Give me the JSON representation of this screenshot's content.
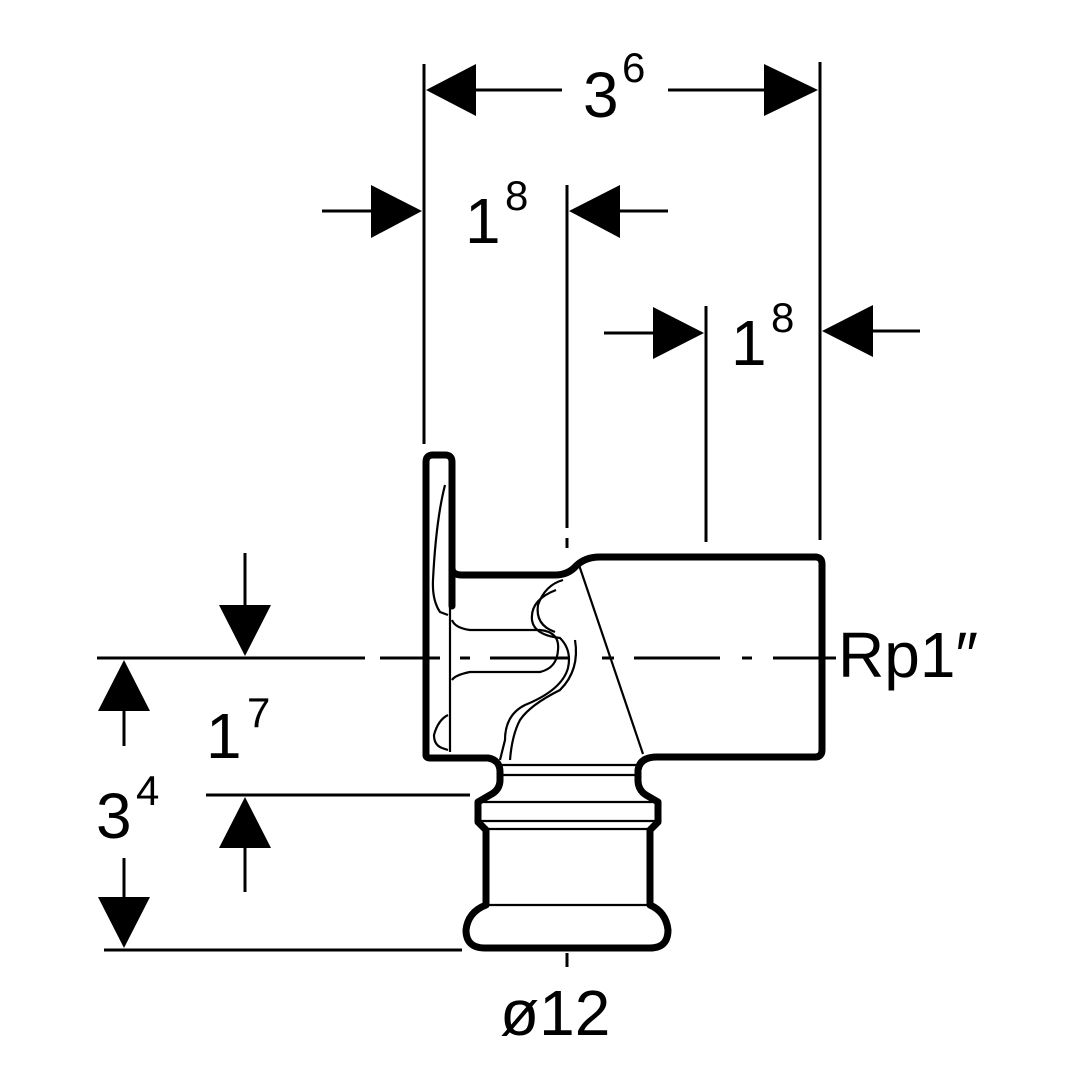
{
  "drawing": {
    "title": "Wall plate elbow fitting dimension drawing",
    "colors": {
      "line": "#000000",
      "background": "#ffffff"
    },
    "dimensions": {
      "overall_width": {
        "base": "3",
        "sup": "6"
      },
      "flange_to_body": {
        "base": "1",
        "sup": "8"
      },
      "socket_length": {
        "base": "1",
        "sup": "8"
      },
      "centerline_to_body": {
        "base": "1",
        "sup": "7"
      },
      "overall_height": {
        "base": "3",
        "sup": "4"
      }
    },
    "labels": {
      "thread": "Rp1″",
      "pipe_diameter": "ø12"
    }
  }
}
